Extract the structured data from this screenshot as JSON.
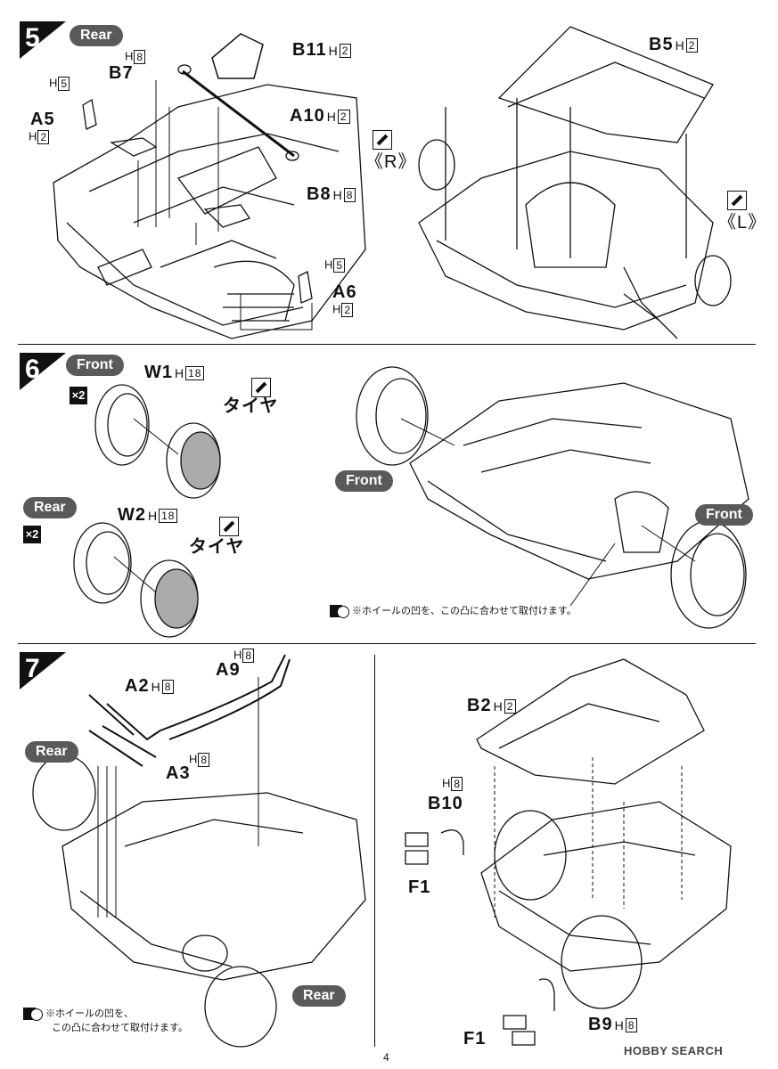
{
  "page_number": "4",
  "watermark": "HOBBY SEARCH",
  "steps": [
    {
      "number": "5",
      "tag": "Rear",
      "parts": [
        {
          "code": "B11",
          "h": "H",
          "hnum": "2"
        },
        {
          "code": "B7",
          "h": "H",
          "hnum": "8"
        },
        {
          "code": "A5",
          "h": "H",
          "hnum": "2",
          "h2num": "5"
        },
        {
          "code": "A10",
          "h": "H",
          "hnum": "2"
        },
        {
          "code": "B8",
          "h": "H",
          "hnum": "8"
        },
        {
          "code": "A6",
          "h": "H",
          "hnum": "2",
          "h2num": "5"
        },
        {
          "code": "B5",
          "h": "H",
          "hnum": "2"
        }
      ],
      "side_r": "《R》",
      "side_l": "《L》"
    },
    {
      "number": "6",
      "tag": "Front",
      "rear_tag": "Rear",
      "front_tag_a": "Front",
      "front_tag_b": "Front",
      "qty": "×2",
      "wheel1": {
        "code": "W1",
        "h": "H",
        "hnum": "18"
      },
      "wheel2": {
        "code": "W2",
        "h": "H",
        "hnum": "18"
      },
      "tire_label": "タイヤ",
      "note": "※ホイールの凹を、この凸に合わせて取付けます。"
    },
    {
      "number": "7",
      "tag": "Rear",
      "rear_tag_b": "Rear",
      "parts": [
        {
          "code": "A2",
          "h": "H",
          "hnum": "8"
        },
        {
          "code": "A9",
          "h": "H",
          "hnum": "8"
        },
        {
          "code": "A3",
          "h": "H",
          "hnum": "8"
        },
        {
          "code": "B2",
          "h": "H",
          "hnum": "2"
        },
        {
          "code": "B10",
          "h": "H",
          "hnum": "8"
        },
        {
          "code": "F1",
          "h": "",
          "hnum": ""
        },
        {
          "code": "B9",
          "h": "H",
          "hnum": "8"
        },
        {
          "code": "F1",
          "h": "",
          "hnum": ""
        }
      ],
      "note_line1": "※ホイールの凹を、",
      "note_line2": "この凸に合わせて取付けます。"
    }
  ]
}
